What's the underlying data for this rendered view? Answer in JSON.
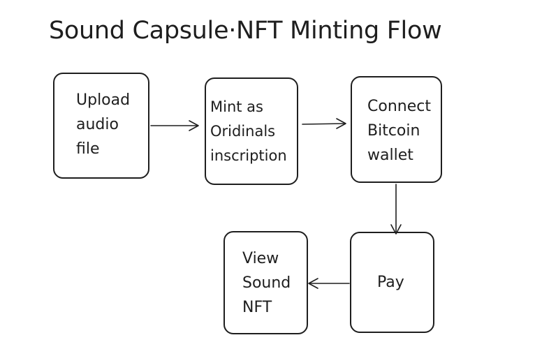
{
  "title": "Sound Capsule·NFT Minting Flow",
  "steps": [
    {
      "id": "upload",
      "lines": [
        "Upload",
        "audio",
        "file"
      ]
    },
    {
      "id": "mint",
      "lines": [
        "Mint as",
        "Oridinals",
        "inscription"
      ]
    },
    {
      "id": "connect",
      "lines": [
        "Connect",
        "Bitcoin",
        "wallet"
      ]
    },
    {
      "id": "pay",
      "lines": [
        "Pay"
      ]
    },
    {
      "id": "view",
      "lines": [
        "View",
        "Sound",
        "NFT"
      ]
    }
  ],
  "connections": [
    {
      "from": "upload",
      "to": "mint"
    },
    {
      "from": "mint",
      "to": "connect"
    },
    {
      "from": "connect",
      "to": "pay"
    },
    {
      "from": "pay",
      "to": "view"
    }
  ],
  "colors": {
    "stroke": "#1e1e1e",
    "background": "#ffffff"
  }
}
